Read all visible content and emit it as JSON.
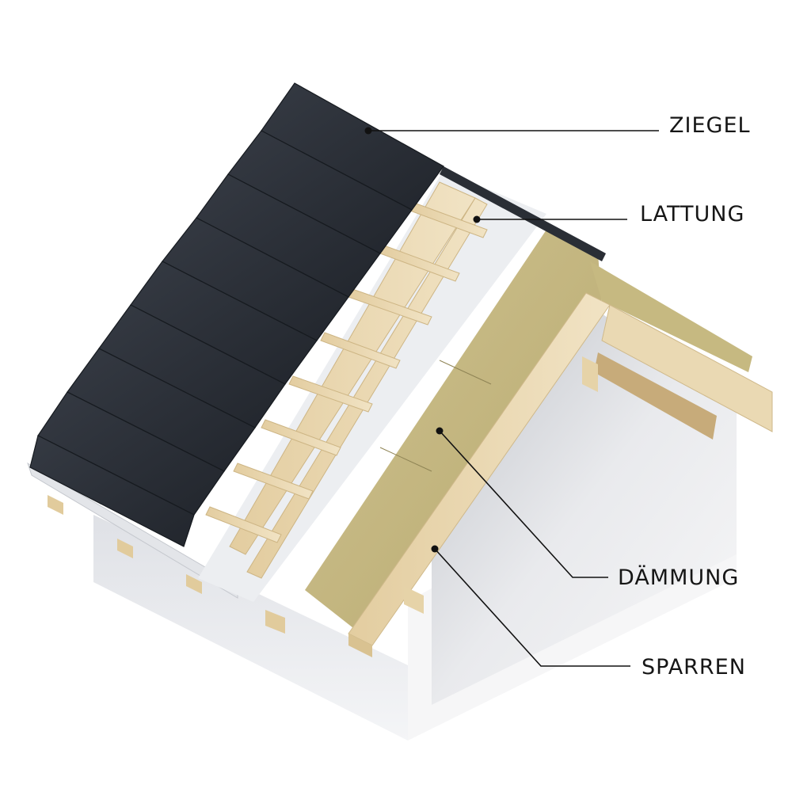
{
  "diagram": {
    "type": "roof-layer-cross-section",
    "colors": {
      "background": "#ffffff",
      "tiles": "#2b3038",
      "tile_edge": "#1b1f25",
      "membrane": "#e9ebef",
      "batten_wood": "#e6d2a6",
      "insulation": "#c9bc84",
      "rafter_wood": "#ecdcb8",
      "wall": "#f0f1f3",
      "leader_line": "#111111"
    },
    "labels": [
      {
        "id": "ziegel",
        "text": "ZIEGEL",
        "meaning": "roof tiles"
      },
      {
        "id": "lattung",
        "text": "LATTUNG",
        "meaning": "battens"
      },
      {
        "id": "daemmung",
        "text": "DÄMMUNG",
        "meaning": "insulation"
      },
      {
        "id": "sparren",
        "text": "SPARREN",
        "meaning": "rafters"
      }
    ]
  }
}
